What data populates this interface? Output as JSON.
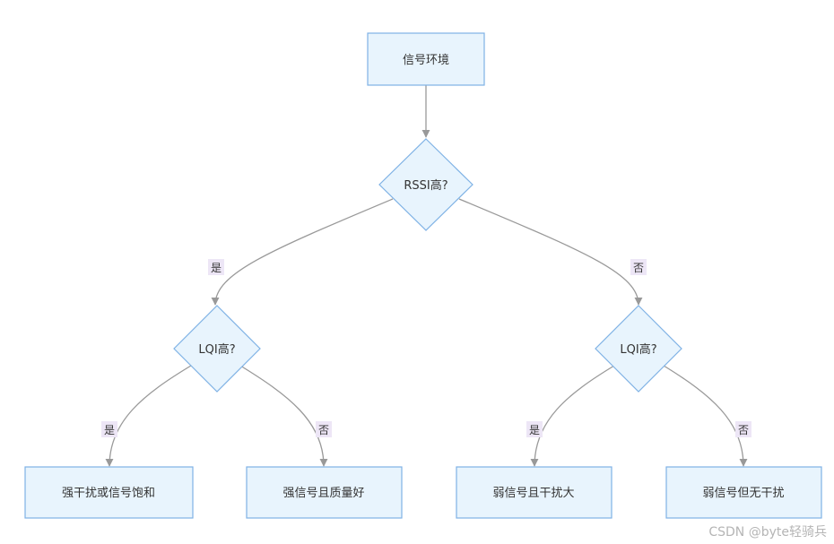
{
  "colors": {
    "node_fill": "#e8f4fd",
    "node_stroke": "#7fb2e5",
    "edge": "#999999",
    "edge_label_bg": "#ede6f6",
    "text": "#333333",
    "watermark": "#b5b5b5"
  },
  "nodes": {
    "root": "信号环境",
    "rssi": "RSSI高?",
    "lqi_left": "LQI高?",
    "lqi_right": "LQI高?",
    "leaf1": "强干扰或信号饱和",
    "leaf2": "强信号且质量好",
    "leaf3": "弱信号且干扰大",
    "leaf4": "弱信号但无干扰"
  },
  "edges": {
    "rssi_yes": "是",
    "rssi_no": "否",
    "lqi_left_yes": "是",
    "lqi_left_no": "否",
    "lqi_right_yes": "是",
    "lqi_right_no": "否"
  },
  "watermark": "CSDN @byte轻骑兵"
}
